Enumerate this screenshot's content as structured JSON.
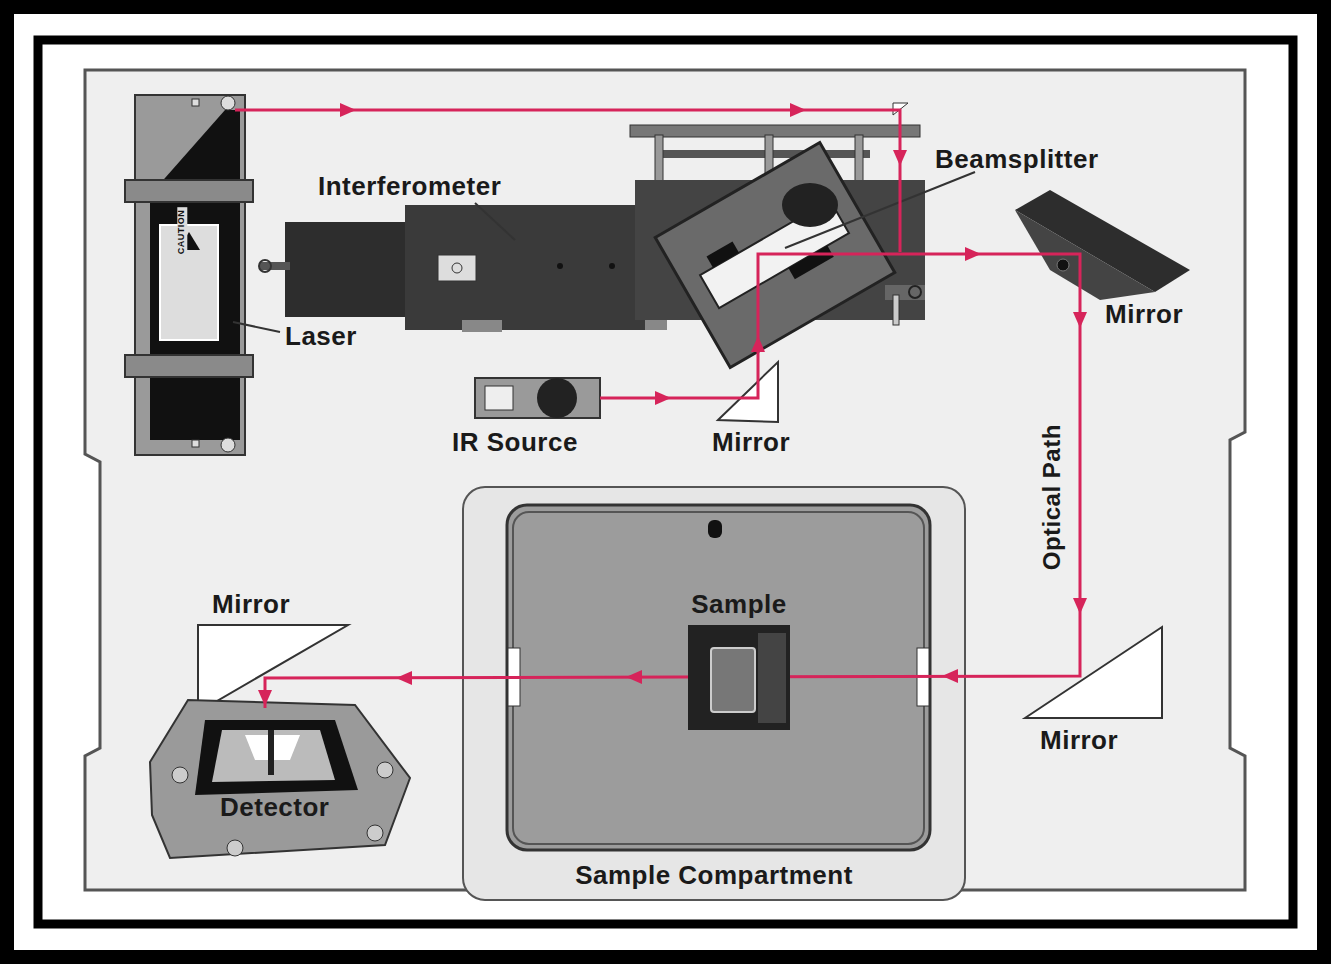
{
  "diagram": {
    "nodes": [
      {
        "text": [
          "Sample Compartment"
        ]
      },
      {
        "text": [
          "Sample"
        ],
        "in": 0
      }
    ],
    "labels": [
      "Beamsplitter",
      "Interferometer",
      "Laser",
      "CAUTION",
      "Mirror",
      "IR Source",
      "Mirror",
      "Optical Path",
      "Mirror",
      "Mirror",
      "Detector"
    ]
  }
}
